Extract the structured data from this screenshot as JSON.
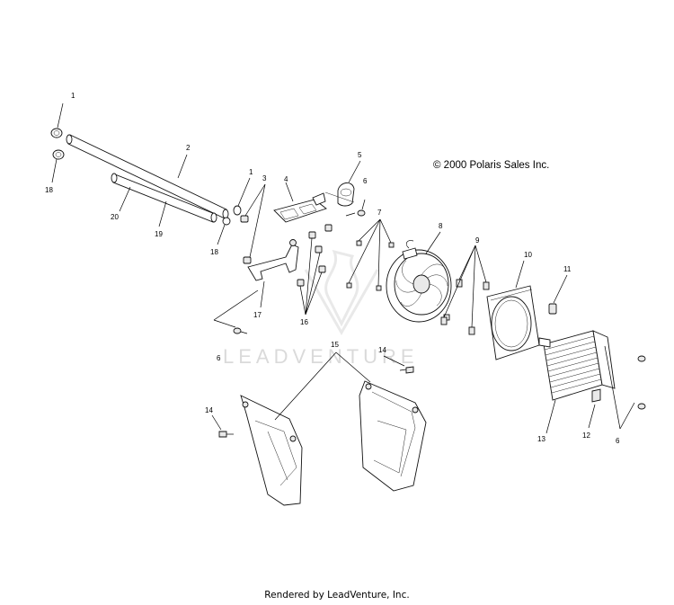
{
  "copyright": "© 2000 Polaris Sales Inc.",
  "footer": "Rendered by LeadVenture, Inc.",
  "watermark": "LEADVENTURE",
  "callouts": [
    "1",
    "18",
    "2",
    "20",
    "19",
    "1",
    "3",
    "18",
    "4",
    "5",
    "6",
    "7",
    "8",
    "9",
    "10",
    "11",
    "17",
    "16",
    "6",
    "15",
    "14",
    "14",
    "13",
    "12",
    "6"
  ]
}
